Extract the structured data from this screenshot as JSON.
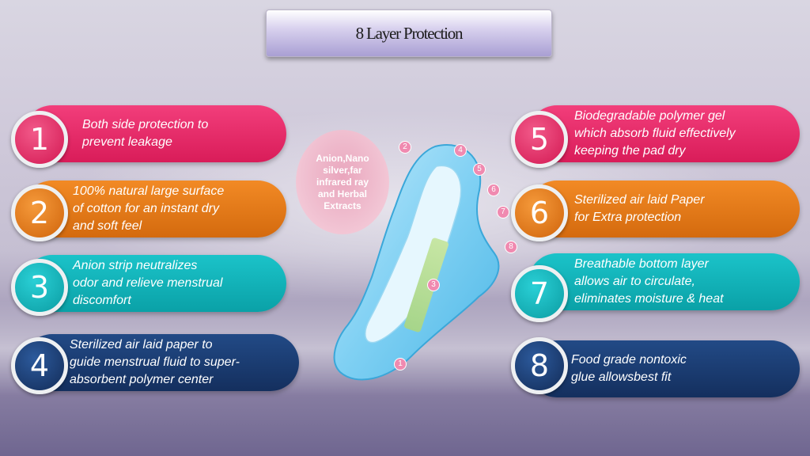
{
  "title": "8 Layer Protection",
  "bubble_text": "Anion,Nano\nsilver,far\ninfrared ray\nand Herbal\nExtracts",
  "colors": {
    "pink": "#e0245f",
    "orange": "#e57b17",
    "teal": "#12b3b9",
    "navy": "#1a3c72"
  },
  "layers": [
    {
      "number": "1",
      "text": "Both side protection to\nprevent leakage"
    },
    {
      "number": "2",
      "text": "100% natural large surface\nof cotton for an instant dry\n and soft feel"
    },
    {
      "number": "3",
      "text": "Anion strip neutralizes\nodor  and relieve menstrual\ndiscomfort"
    },
    {
      "number": "4",
      "text": "Sterilized air laid paper to\nguide  menstrual fluid to super-\nabsorbent polymer center"
    },
    {
      "number": "5",
      "text": "Biodegradable polymer gel\nwhich absorb fluid effectively\nkeeping the pad dry"
    },
    {
      "number": "6",
      "text": "Sterilized air laid Paper\n for Extra protection"
    },
    {
      "number": "7",
      "text": "Breathable bottom layer\nallows  air to circulate,\neliminates  moisture & heat"
    },
    {
      "number": "8",
      "text": "Food grade nontoxic\nglue allowsbest fit"
    }
  ],
  "pad_markers": [
    "1",
    "2",
    "3",
    "4",
    "5",
    "6",
    "7",
    "8"
  ]
}
